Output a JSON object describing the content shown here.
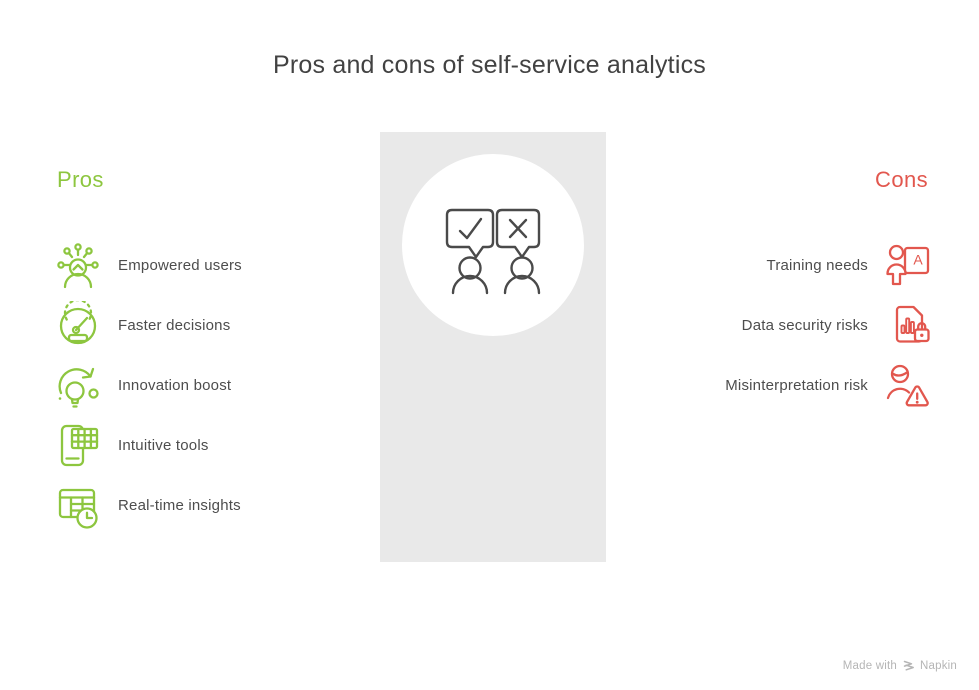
{
  "title": "Pros and cons of self-service analytics",
  "pros": {
    "heading": "Pros",
    "items": [
      {
        "label": "Empowered users",
        "icon": "empowered-users-icon"
      },
      {
        "label": "Faster decisions",
        "icon": "speedometer-icon"
      },
      {
        "label": "Innovation boost",
        "icon": "lightbulb-refresh-icon"
      },
      {
        "label": "Intuitive tools",
        "icon": "phone-spreadsheet-icon"
      },
      {
        "label": "Real-time insights",
        "icon": "table-clock-icon"
      }
    ]
  },
  "cons": {
    "heading": "Cons",
    "items": [
      {
        "label": "Training needs",
        "icon": "trainer-board-icon",
        "board_letter": "A"
      },
      {
        "label": "Data security risks",
        "icon": "document-lock-icon"
      },
      {
        "label": "Misinterpretation risk",
        "icon": "person-warning-icon"
      }
    ]
  },
  "center_illustration": {
    "description": "two people with approve (check) and reject (x) speech bubbles"
  },
  "footer": {
    "made_with": "Made with",
    "brand": "Napkin"
  },
  "colors": {
    "pros_green": "#8DC63F",
    "cons_red": "#E2574E",
    "text_dark": "#4d4d4d",
    "title_gray": "#424242",
    "panel_gray": "#E9E9E9",
    "illustration_stroke": "#4a4a4a",
    "footer_gray": "#b5b5b5"
  }
}
